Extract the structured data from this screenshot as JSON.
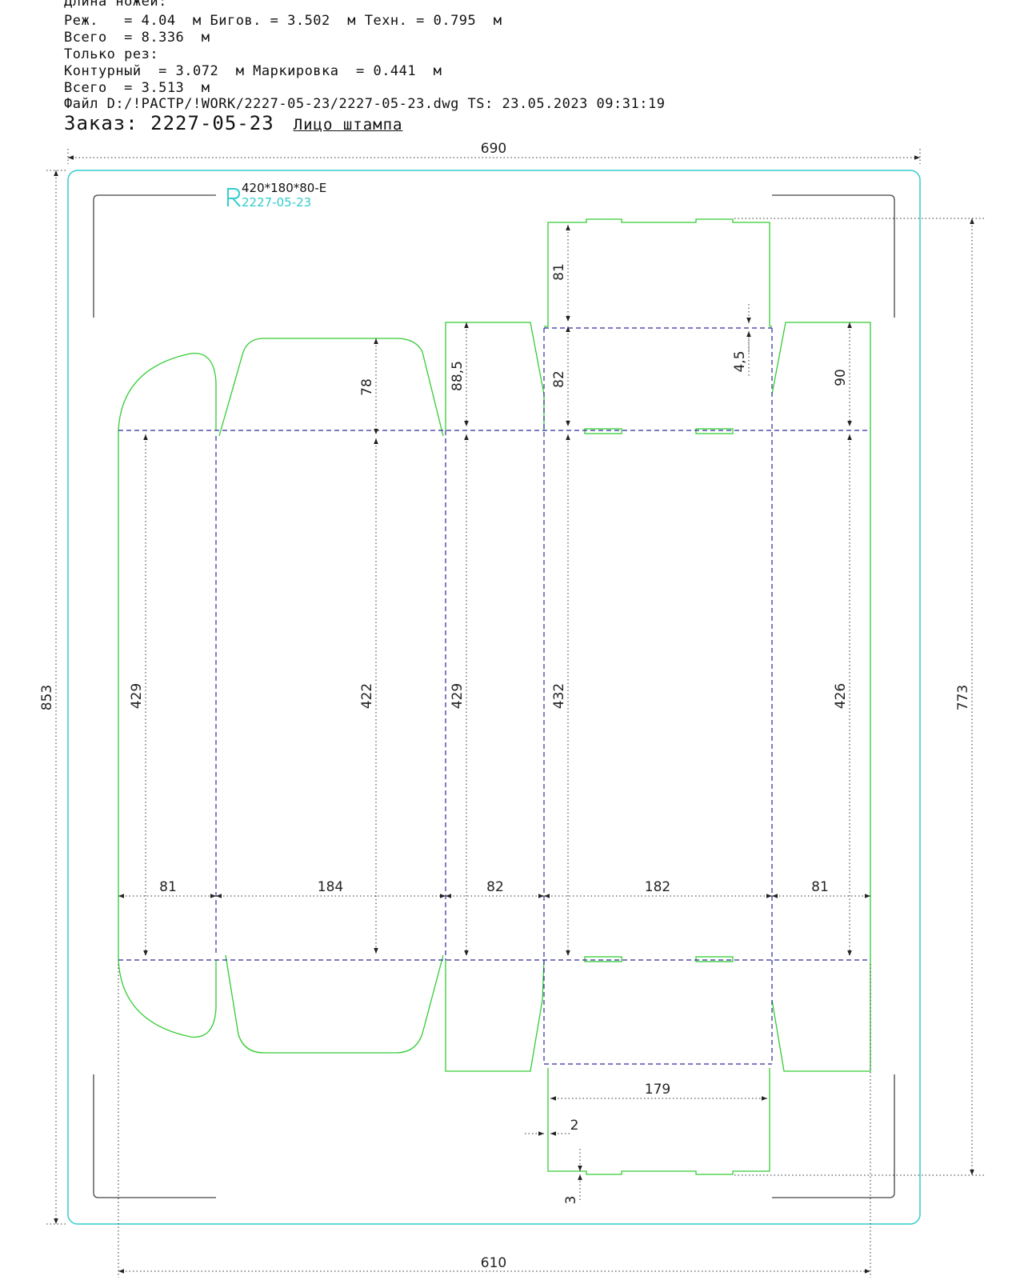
{
  "header": {
    "lines": [
      "Длина ножей:",
      "Реж.   = 4.04  м Бигов. = 3.502  м Техн. = 0.795  м",
      "Всего  = 8.336  м",
      "Только рез:",
      "Контурный  = 3.072  м Маркировка  = 0.441  м",
      "Всего  = 3.513  м",
      "Файл D:/!РАСТР/!WORK/2227-05-23/2227-05-23.dwg TS: 23.05.2023 09:31:19"
    ],
    "order_label": "Заказ: 2227-05-23",
    "face_label": "Лицо штампа"
  },
  "stamp": {
    "size": "420*180*80-E",
    "code": "2227-05-23"
  },
  "colors": {
    "cut": "#33cc33",
    "crease": "#2b2b9e",
    "board": "#33cccc",
    "dimension": "#222222"
  },
  "dimensions": {
    "overall_width": "690",
    "overall_height": "853",
    "blank_height": "773",
    "blank_width": "610",
    "flap_81_top": "81",
    "tuck_depth_4_5": "4,5",
    "top_panel_82": "82",
    "dust_flap_90": "90",
    "flap_88_5": "88,5",
    "tuck_78": "78",
    "h_429_left": "429",
    "h_422": "422",
    "h_429_mid": "429",
    "h_432": "432",
    "h_426": "426",
    "w_81_left": "81",
    "w_184": "184",
    "w_82": "82",
    "w_182": "182",
    "w_81_right": "81",
    "w_179": "179",
    "offset_2": "2",
    "offset_3": "3"
  }
}
